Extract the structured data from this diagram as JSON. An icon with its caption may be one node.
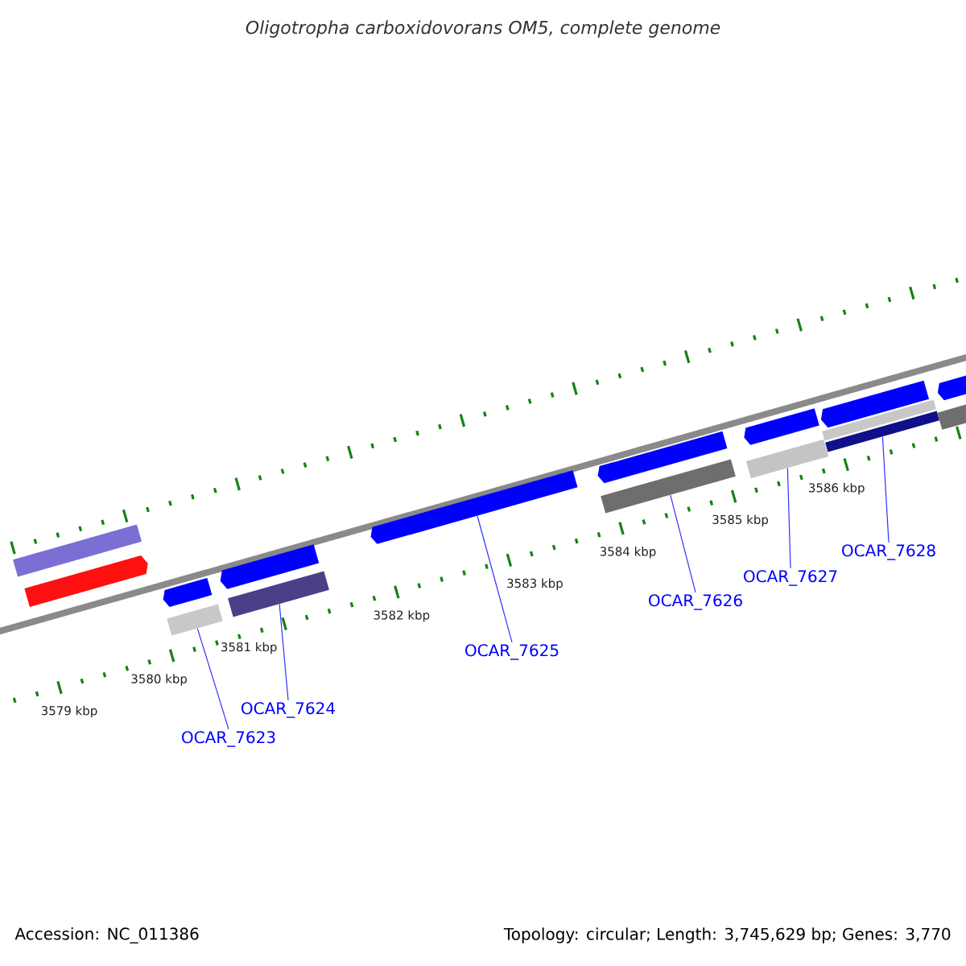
{
  "diagram": {
    "title": "Oligotropha carboxidovorans OM5, complete genome",
    "nodes": [
      {
        "text": [
          "OCAR_7623"
        ]
      },
      {
        "text": [
          "OCAR_7624"
        ]
      },
      {
        "text": [
          "OCAR_7625"
        ]
      },
      {
        "text": [
          "OCAR_7626"
        ]
      },
      {
        "text": [
          "OCAR_7627"
        ]
      },
      {
        "text": [
          "OCAR_7628"
        ]
      },
      {
        "text": [],
        "shape": "bar"
      },
      {
        "text": [],
        "shape": "bar"
      },
      {
        "text": [],
        "shape": "arrow"
      },
      {
        "text": [],
        "shape": "bar"
      },
      {
        "text": [],
        "shape": "bar"
      },
      {
        "text": [],
        "shape": "bar"
      },
      {
        "text": [],
        "shape": "bar"
      },
      {
        "text": [],
        "shape": "arrow"
      },
      {
        "text": [],
        "shape": "arrow"
      },
      {
        "text": [],
        "shape": "arrow"
      },
      {
        "text": [],
        "shape": "arrow"
      },
      {
        "text": [],
        "shape": "arrow"
      },
      {
        "text": [],
        "shape": "arrow"
      },
      {
        "text": [],
        "shape": "arrow"
      },
      {
        "text": [],
        "shape": "bar"
      },
      {
        "text": [],
        "shape": "bar"
      }
    ],
    "edges": [
      {
        "from": 0,
        "to": 6,
        "arrow": "none"
      },
      {
        "from": 1,
        "to": 7,
        "arrow": "none"
      },
      {
        "from": 2,
        "to": 8,
        "arrow": "none"
      },
      {
        "from": 3,
        "to": 9,
        "arrow": "none"
      },
      {
        "from": 4,
        "to": 10,
        "arrow": "none"
      },
      {
        "from": 5,
        "to": 11,
        "arrow": "none"
      }
    ],
    "labels": [
      "3579 kbp",
      "3580 kbp",
      "3581 kbp",
      "3582 kbp",
      "3583 kbp",
      "3584 kbp",
      "3585 kbp",
      "3586 kbp",
      "Accession: NC_011386",
      "Topology: circular; Length: 3,745,629 bp; Genes: 3,770"
    ]
  }
}
